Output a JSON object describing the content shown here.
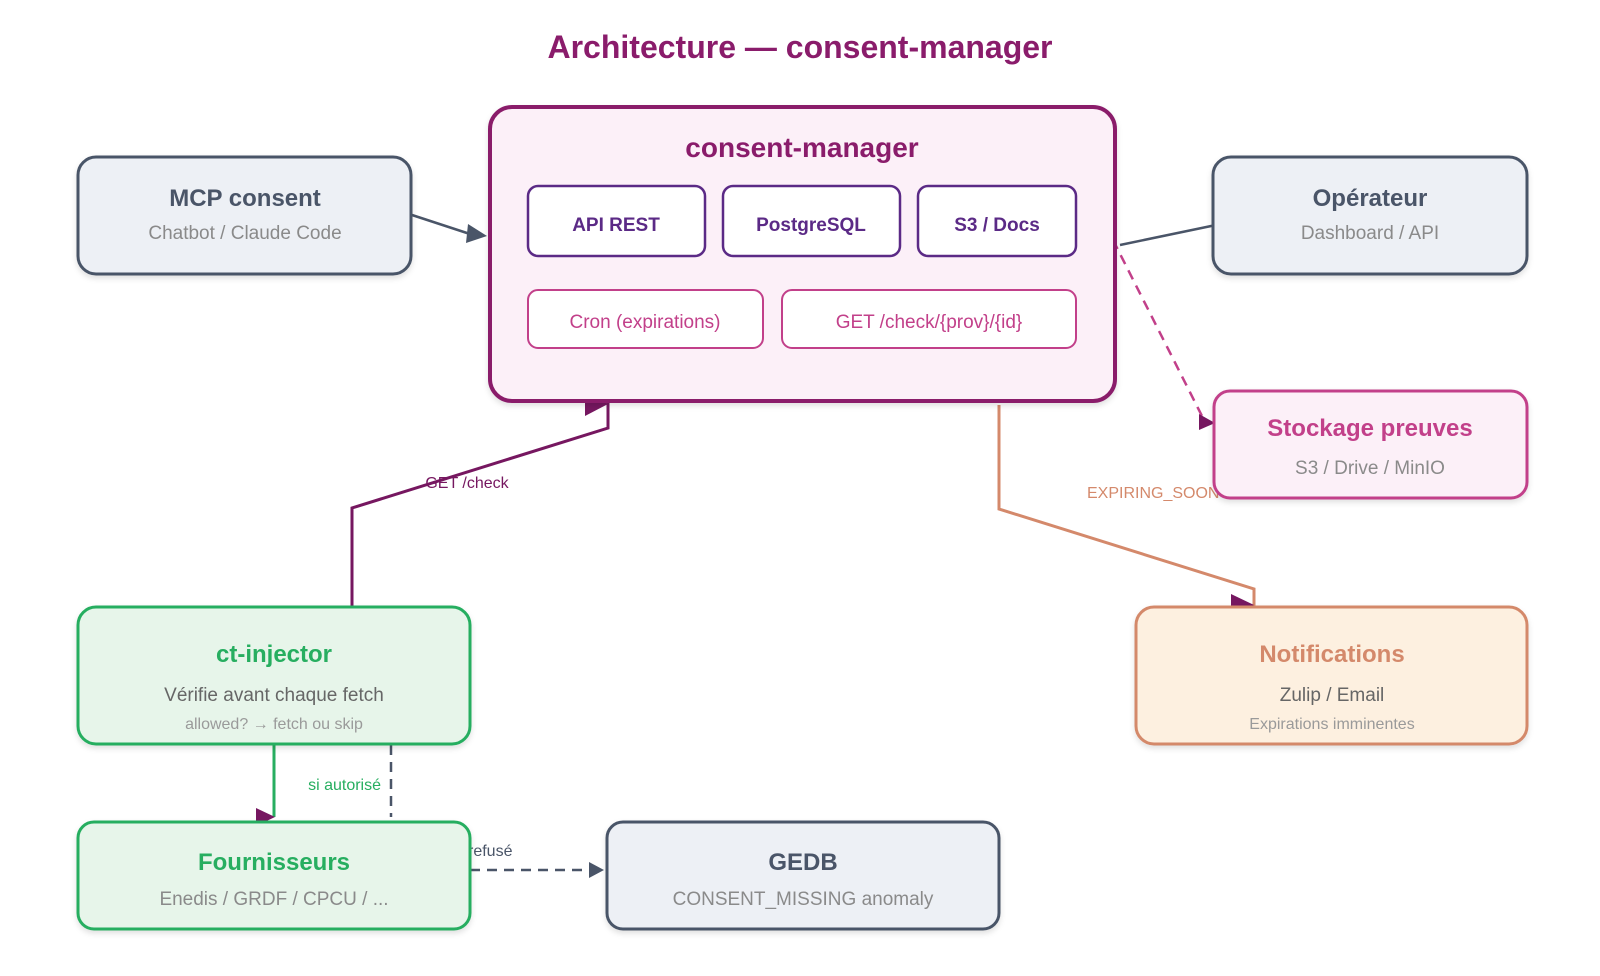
{
  "title": "Architecture — consent-manager",
  "colors": {
    "title": "#8a1c6b",
    "core_border": "#8a1c6b",
    "core_fill": "#fcf0f8",
    "component_border": "#5b2a86",
    "secondary_border": "#c2408a",
    "neutral_border": "#4a5568",
    "neutral_fill": "#edf0f5",
    "green_border": "#27ae60",
    "green_fill": "#e7f5ea",
    "orange_border": "#d4896b",
    "orange_fill": "#fdf0e0",
    "arrowhead_purple": "#761760",
    "arrowhead_slate": "#4a5568"
  },
  "core": {
    "title": "consent-manager",
    "components": [
      "API REST",
      "PostgreSQL",
      "S3 / Docs"
    ],
    "services": [
      "Cron (expirations)",
      "GET /check/{prov}/{id}"
    ]
  },
  "nodes": {
    "mcp": {
      "title": "MCP consent",
      "subtitle": "Chatbot / Claude Code"
    },
    "operateur": {
      "title": "Opérateur",
      "subtitle": "Dashboard / API"
    },
    "stockage": {
      "title": "Stockage preuves",
      "subtitle": "S3 / Drive / MinIO"
    },
    "injector": {
      "title": "ct-injector",
      "subtitle": "Vérifie avant chaque fetch",
      "note": "allowed? → fetch ou skip"
    },
    "notifications": {
      "title": "Notifications",
      "subtitle": "Zulip / Email",
      "note": "Expirations imminentes"
    },
    "fournisseurs": {
      "title": "Fournisseurs",
      "subtitle": "Enedis / GRDF / CPCU / ..."
    },
    "gedb": {
      "title": "GEDB",
      "subtitle": "CONSENT_MISSING anomaly"
    }
  },
  "edges": {
    "get_check": "GET /check",
    "expiring_soon": "EXPIRING_SOON",
    "si_autorise": "si autorisé",
    "refuse": "refusé"
  }
}
